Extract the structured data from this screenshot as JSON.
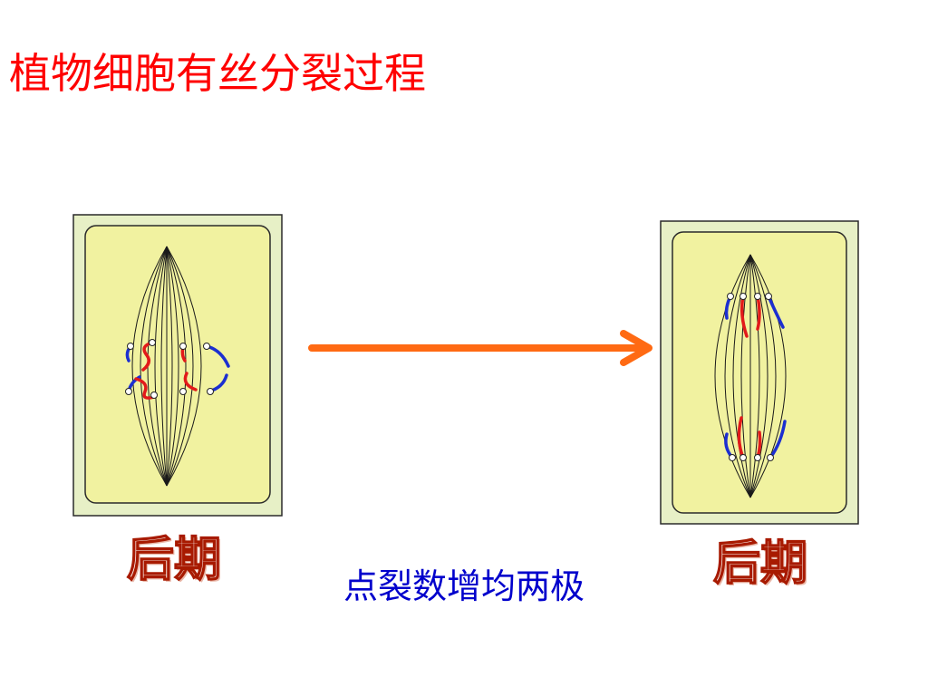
{
  "slide": {
    "title": "植物细胞有丝分裂过程",
    "caption": "点裂数增均两极"
  },
  "cells": [
    {
      "id": "left",
      "stage_label": "后期"
    },
    {
      "id": "right",
      "stage_label": "后期"
    }
  ],
  "colors": {
    "title": "#ff0000",
    "caption": "#0000cc",
    "arrow": "#ff6a13",
    "cytoplasm": "#f1f2a0",
    "cell_wall": "#e7f0c6",
    "chromatid_red": "#e21a1a",
    "chromatid_blue": "#1c2fd0",
    "spindle": "#1a1a1a"
  }
}
